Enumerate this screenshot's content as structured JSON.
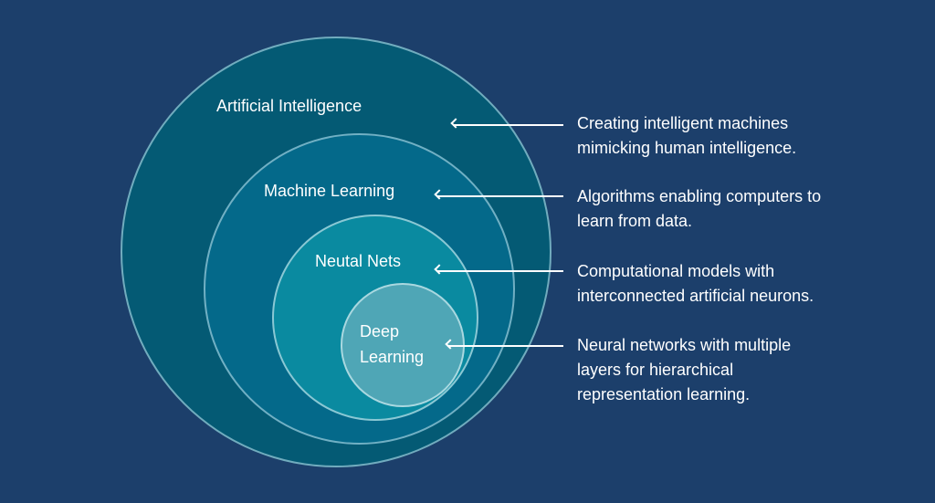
{
  "diagram": {
    "type": "nested-circles",
    "colors": {
      "background": "#1c3f6b",
      "ai_fill": "#045a74",
      "ml_fill": "#04698a",
      "nn_fill": "#0a8aa0",
      "dl_fill": "#4fa6b6",
      "text": "#ffffff"
    },
    "layers": [
      {
        "id": "ai",
        "label": "Artificial Intelligence",
        "description_lines": [
          "Creating intelligent machines",
          "mimicking human intelligence."
        ]
      },
      {
        "id": "ml",
        "label": "Machine Learning",
        "description_lines": [
          "Algorithms enabling computers to",
          "learn from data."
        ]
      },
      {
        "id": "nn",
        "label": "Neutal Nets",
        "description_lines": [
          "Computational models with",
          "interconnected artificial neurons."
        ]
      },
      {
        "id": "dl",
        "label_lines": [
          "Deep",
          "Learning"
        ],
        "description_lines": [
          "Neural networks with multiple",
          "layers for hierarchical",
          "representation learning."
        ]
      }
    ]
  }
}
